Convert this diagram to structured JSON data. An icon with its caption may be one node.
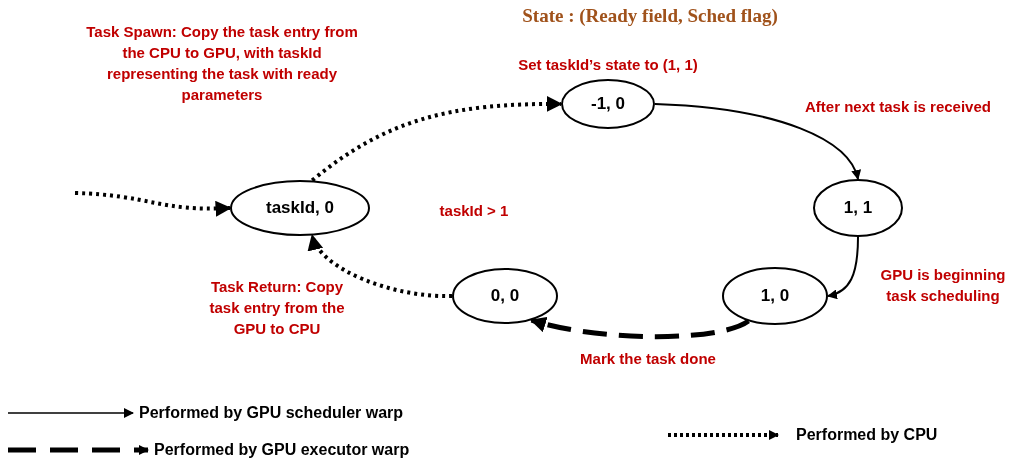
{
  "diagram": {
    "title": "State : (Ready field, Sched flag)",
    "nodes": [
      {
        "text": [
          "taskId, 0"
        ]
      },
      {
        "text": [
          "-1, 0"
        ]
      },
      {
        "text": [
          "1, 1"
        ]
      },
      {
        "text": [
          "1, 0"
        ]
      },
      {
        "text": [
          "0, 0"
        ]
      }
    ],
    "edges": [
      {
        "from": null,
        "to": 0,
        "arrow": "to",
        "style": "dashed"
      },
      {
        "from": 0,
        "to": 1,
        "arrow": "to",
        "style": "dashed",
        "label": "Set taskId’s state to (1, 1)"
      },
      {
        "from": 1,
        "to": 2,
        "arrow": "to",
        "label": "After next task is received"
      },
      {
        "from": 2,
        "to": 3,
        "arrow": "to",
        "label": "GPU is beginning task scheduling"
      },
      {
        "from": 3,
        "to": 4,
        "arrow": "to",
        "style": "dashed",
        "label": "Mark the task done"
      },
      {
        "from": 4,
        "to": 0,
        "arrow": "to",
        "style": "dashed",
        "label": "Task Return: Copy task entry from the GPU to CPU"
      }
    ],
    "labels": [
      "Task Spawn: Copy the task entry from the CPU to GPU, with taskId representing the task with ready parameters",
      "taskId > 1"
    ],
    "legend": [
      {
        "text": "Performed by GPU scheduler warp"
      },
      {
        "text": "Performed by GPU executor warp"
      },
      {
        "text": "Performed by CPU"
      }
    ]
  }
}
